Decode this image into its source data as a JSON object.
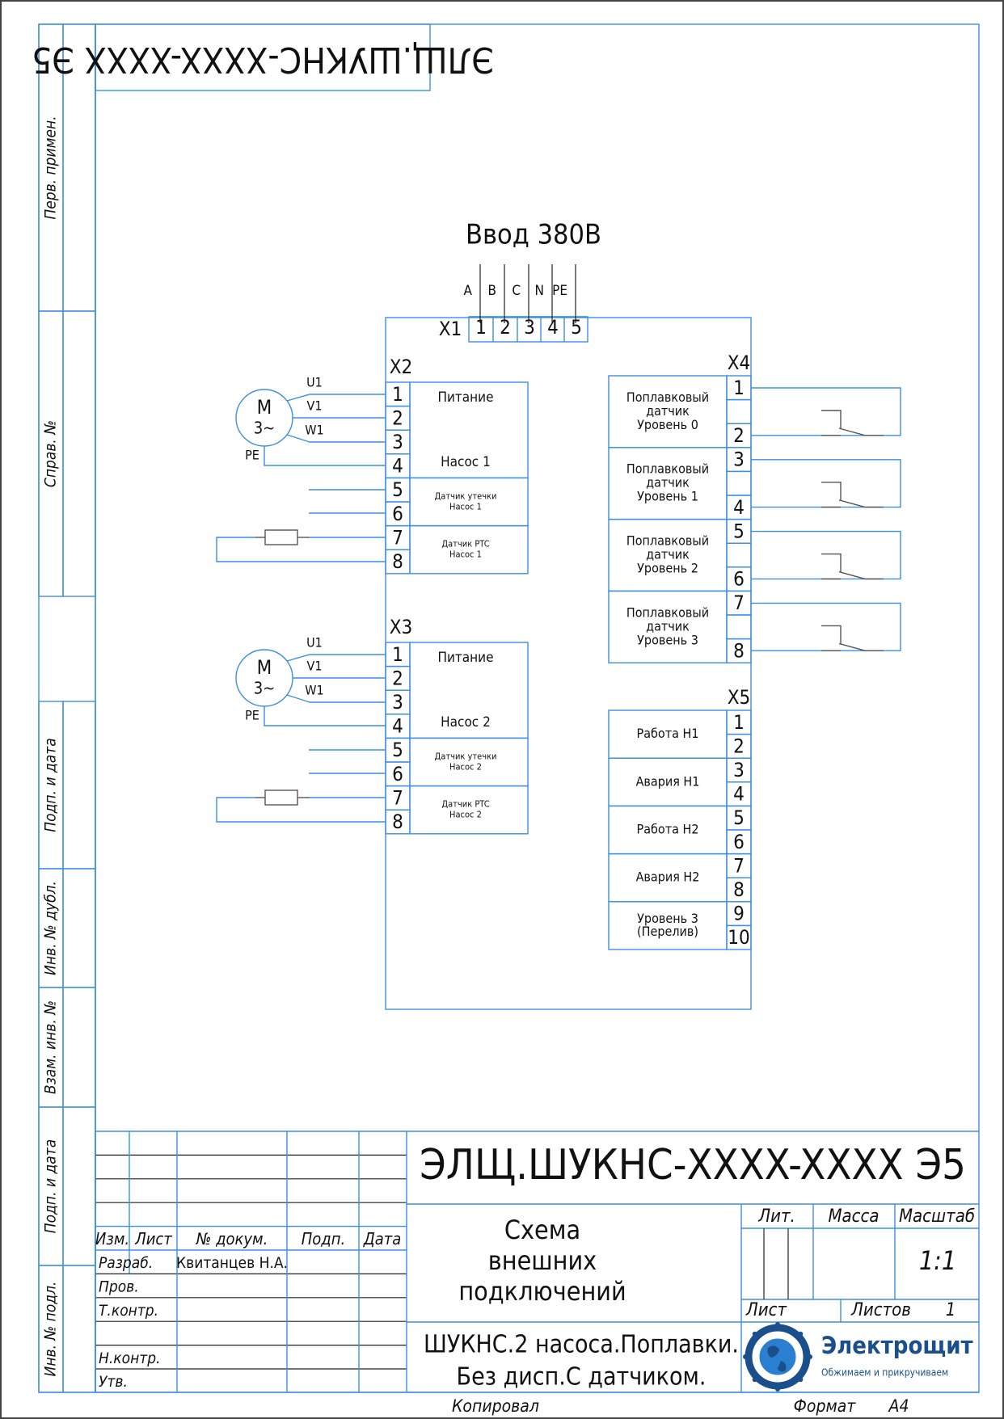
{
  "document": {
    "code": "ЭЛЩ.ШУКНС-XXXX-XXXX Э5",
    "code_rotated": "ЭЛЩ.ШУКНС-XXXX-XXXX Э5",
    "title_lines": [
      "Схема",
      "внешних",
      "подключений"
    ],
    "product_lines": [
      "ШУКНС.2 насоса.Поплавки.",
      "Без дисп.С датчиком."
    ],
    "format_label": "Формат",
    "format_value": "А4",
    "copied_label": "Копировал"
  },
  "side_stamp": [
    "Перв. примен.",
    "Справ. №",
    "Подп. и дата",
    "Инв. № дубл.",
    "Взам. инв. №",
    "Подп. и дата",
    "Инв. № подл."
  ],
  "title_block": {
    "headers": [
      "Изм.",
      "Лист",
      "№ докум.",
      "Подп.",
      "Дата"
    ],
    "roles": [
      "Разраб.",
      "Пров.",
      "Т.контр.",
      "",
      "Н.контр.",
      "Утв."
    ],
    "developer": "Квитанцев Н.А.",
    "lit_label": "Лит.",
    "mass_label": "Масса",
    "scale_label": "Масштаб",
    "scale_value": "1:1",
    "sheet_label": "Лист",
    "sheets_label": "Листов",
    "sheets_value": "1"
  },
  "logo": {
    "name": "Электрощит",
    "tagline": "Обжимаем и прикручиваем",
    "color": "#1a4f8c"
  },
  "input": {
    "title": "Ввод 380В",
    "block": "X1",
    "phases": [
      "A",
      "B",
      "C",
      "N",
      "PE"
    ],
    "terminals": [
      "1",
      "2",
      "3",
      "4",
      "5"
    ]
  },
  "pumps": [
    {
      "block": "X2",
      "motor": {
        "symbol": "M",
        "phase": "3~",
        "leads": [
          "U1",
          "V1",
          "W1"
        ],
        "ground": "PE"
      },
      "terminals": [
        "1",
        "2",
        "3",
        "4",
        "5",
        "6",
        "7",
        "8"
      ],
      "groups": [
        {
          "lines": [
            "Питание",
            "",
            "Насос 1"
          ],
          "size": "large"
        },
        {
          "lines": [
            "Датчик утечки",
            "Насос 1"
          ],
          "size": "small"
        },
        {
          "lines": [
            "Датчик PTC",
            "Насос 1"
          ],
          "size": "small"
        }
      ]
    },
    {
      "block": "X3",
      "motor": {
        "symbol": "M",
        "phase": "3~",
        "leads": [
          "U1",
          "V1",
          "W1"
        ],
        "ground": "PE"
      },
      "terminals": [
        "1",
        "2",
        "3",
        "4",
        "5",
        "6",
        "7",
        "8"
      ],
      "groups": [
        {
          "lines": [
            "Питание",
            "",
            "Насос 2"
          ],
          "size": "large"
        },
        {
          "lines": [
            "Датчик утечки",
            "Насос 2"
          ],
          "size": "small"
        },
        {
          "lines": [
            "Датчик PTC",
            "Насос 2"
          ],
          "size": "small"
        }
      ]
    }
  ],
  "floats": {
    "block": "X4",
    "sensors": [
      {
        "lines": [
          "Поплавковый",
          "датчик",
          "Уровень 0"
        ],
        "terminals": [
          "1",
          "",
          "2"
        ]
      },
      {
        "lines": [
          "Поплавковый",
          "датчик",
          "Уровень 1"
        ],
        "terminals": [
          "3",
          "",
          "4"
        ]
      },
      {
        "lines": [
          "Поплавковый",
          "датчик",
          "Уровень 2"
        ],
        "terminals": [
          "5",
          "",
          "6"
        ]
      },
      {
        "lines": [
          "Поплавковый",
          "датчик",
          "Уровень 3"
        ],
        "terminals": [
          "7",
          "",
          "8"
        ]
      }
    ]
  },
  "outputs": {
    "block": "X5",
    "items": [
      {
        "lines": [
          "Работа Н1"
        ],
        "terminals": [
          "1",
          "2"
        ]
      },
      {
        "lines": [
          "Авария Н1"
        ],
        "terminals": [
          "3",
          "4"
        ]
      },
      {
        "lines": [
          "Работа Н2"
        ],
        "terminals": [
          "5",
          "6"
        ]
      },
      {
        "lines": [
          "Авария Н2"
        ],
        "terminals": [
          "7",
          "8"
        ]
      },
      {
        "lines": [
          "Уровень 3",
          "(Перелив)"
        ],
        "terminals": [
          "9",
          "10"
        ]
      }
    ]
  },
  "colors": {
    "line": "#3d8fe0",
    "ink": "#111111",
    "switch": "#555555"
  }
}
